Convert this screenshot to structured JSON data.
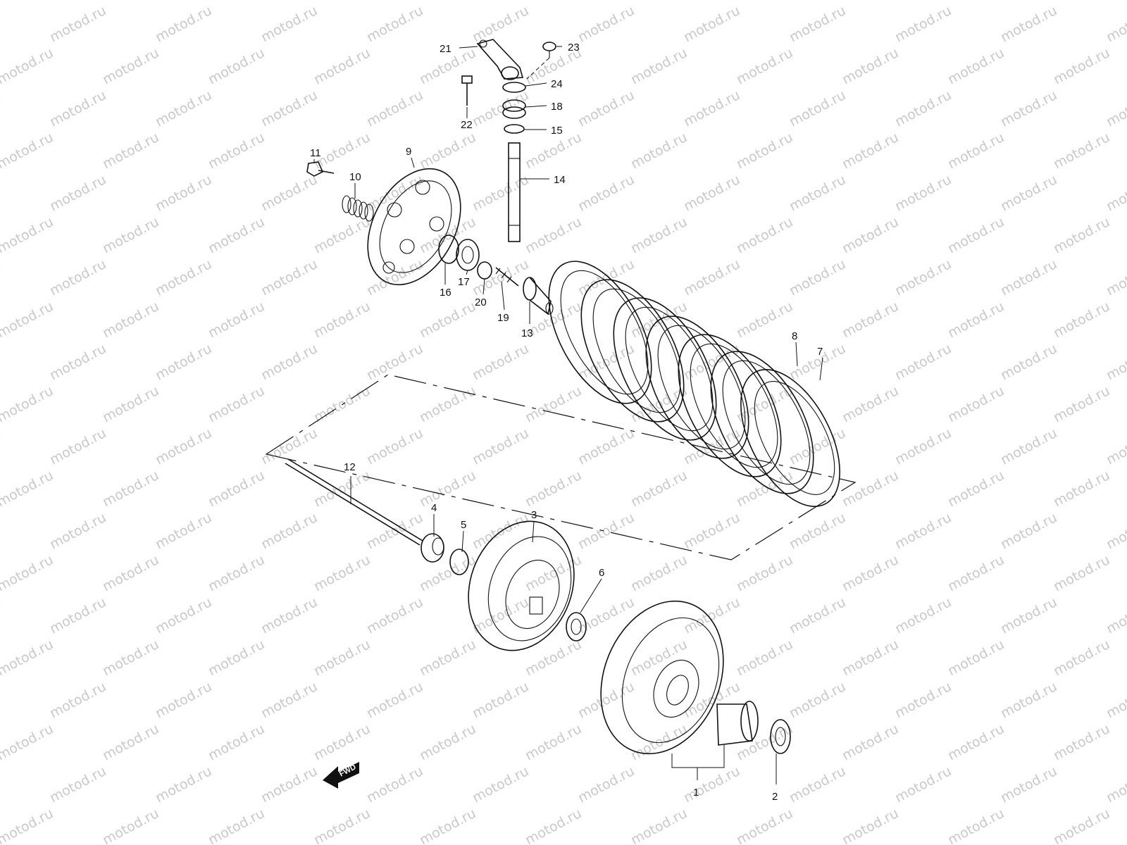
{
  "watermark": {
    "text": "motod.ru",
    "color": "#c9c9c9"
  },
  "direction_marker": {
    "text": "FWD"
  },
  "callouts": [
    {
      "id": "1",
      "label": "1"
    },
    {
      "id": "2",
      "label": "2"
    },
    {
      "id": "3",
      "label": "3"
    },
    {
      "id": "4",
      "label": "4"
    },
    {
      "id": "5",
      "label": "5"
    },
    {
      "id": "6",
      "label": "6"
    },
    {
      "id": "7",
      "label": "7"
    },
    {
      "id": "8",
      "label": "8"
    },
    {
      "id": "9",
      "label": "9"
    },
    {
      "id": "10",
      "label": "10"
    },
    {
      "id": "11",
      "label": "11"
    },
    {
      "id": "12",
      "label": "12"
    },
    {
      "id": "13",
      "label": "13"
    },
    {
      "id": "14",
      "label": "14"
    },
    {
      "id": "15",
      "label": "15"
    },
    {
      "id": "16",
      "label": "16"
    },
    {
      "id": "17",
      "label": "17"
    },
    {
      "id": "18",
      "label": "18"
    },
    {
      "id": "19",
      "label": "19"
    },
    {
      "id": "20",
      "label": "20"
    },
    {
      "id": "21",
      "label": "21"
    },
    {
      "id": "22",
      "label": "22"
    },
    {
      "id": "23",
      "label": "23"
    },
    {
      "id": "24",
      "label": "24"
    }
  ]
}
